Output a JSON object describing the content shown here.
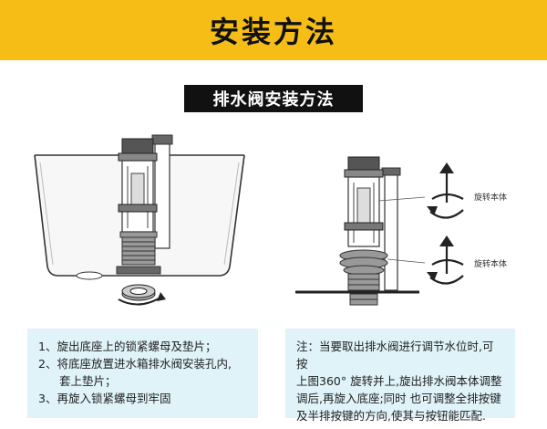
{
  "banner": {
    "title": "安装方法"
  },
  "section": {
    "title": "排水阀安装方法"
  },
  "figure_right": {
    "rotate_label_top": "旋转本体",
    "rotate_label_bottom": "旋转本体"
  },
  "steps": {
    "s1": "1、旋出底座上的锁紧螺母及垫片；",
    "s2a": "2、将底座放置进水箱排水阀安装孔内,",
    "s2b": "套上垫片；",
    "s3": "3、再旋入锁紧螺母到牢固"
  },
  "note": {
    "line1": "注：当要取出排水阀进行调节水位时,可按",
    "line2": "上图360° 旋转并上,旋出排水阀本体调整",
    "line3": "调后,再旋入底座;同时 也可调整全排按键",
    "line4": "及半排按键的方向,使其与按钮能匹配."
  },
  "colors": {
    "banner": "#f6bd16",
    "note_bg": "#dff3f8",
    "subtitle_bg": "#111111"
  }
}
